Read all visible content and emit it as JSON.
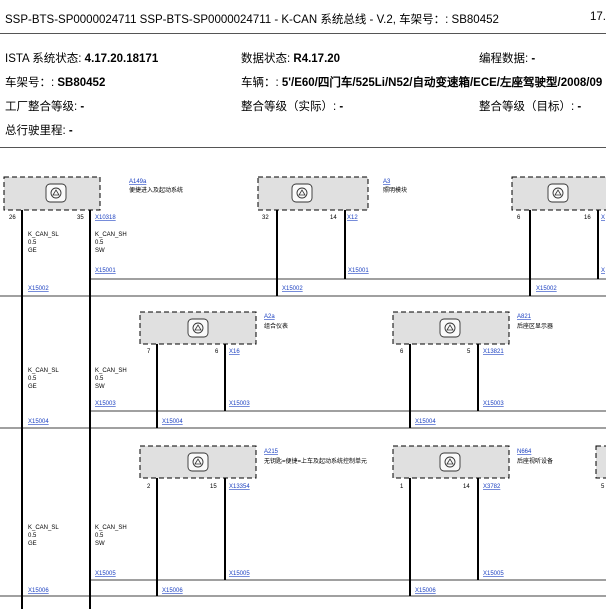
{
  "header": {
    "title": "SSP-BTS-SP0000024711 SSP-BTS-SP0000024711 - K-CAN 系统总线 - V.2, 车架号：: SB80452",
    "page_fragment": "17."
  },
  "info": {
    "ista_label": "ISTA 系统状态: ",
    "ista_value": "4.17.20.18171",
    "data_label": "数据状态: ",
    "data_value": "R4.17.20",
    "prog_label": "编程数据: ",
    "prog_value": "-",
    "vin_label": "车架号：: ",
    "vin_value": "SB80452",
    "vehicle_label": "车辆：: ",
    "vehicle_value": "5'/E60/四门车/525Li/N52/自动变速箱/ECE/左座驾驶型/2008/09",
    "factory_label": "工厂整合等级: ",
    "factory_value": "-",
    "actual_label": "整合等级（实际）: ",
    "actual_value": "-",
    "target_label": "整合等级（目标）: ",
    "target_value": "-",
    "mileage_label": "总行驶里程: ",
    "mileage_value": "-"
  },
  "diagram": {
    "wire_sl": "K_CAN_SL",
    "wire_sh": "K_CAN_SH",
    "size": "0.5",
    "color_ge": "GE",
    "color_sw": "SW",
    "row1": {
      "m1_ref": "A149a",
      "m1_desc": "便捷进入及起动系统",
      "m1_pin_l": "26",
      "m1_pin_r": "35",
      "m1_conn": "X10318",
      "m2_ref": "A3",
      "m2_desc": "照明模块",
      "m2_pin_l": "32",
      "m2_pin_r": "14",
      "m2_conn": "X12",
      "m3_pin_l": "6",
      "m3_pin_r": "16",
      "m3_conn": "X",
      "splice_a": "X15001",
      "splice_b": "X15001",
      "splice_c": "X",
      "bus_a": "X15002",
      "bus_b": "X15002",
      "bus_c": "X15002"
    },
    "row2": {
      "m1_ref": "A2a",
      "m1_desc": "组合仪表",
      "m1_pin_l": "7",
      "m1_pin_r": "6",
      "m1_conn": "X16",
      "m2_ref": "A821",
      "m2_desc": "后座区显示器",
      "m2_pin_l": "6",
      "m2_pin_r": "5",
      "m2_conn": "X13821",
      "splice_a": "X15003",
      "splice_b": "X15003",
      "splice_c": "X15003",
      "bus_a": "X15004",
      "bus_b": "X15004",
      "bus_c": "X15004"
    },
    "row3": {
      "m1_ref": "A215",
      "m1_desc": "无钥匙=便捷=上车及起动系统控制单元",
      "m1_pin_l": "2",
      "m1_pin_r": "15",
      "m1_conn": "X13354",
      "m2_ref": "N664",
      "m2_desc": "后座视听设备",
      "m2_pin_l": "1",
      "m2_pin_r": "14",
      "m2_conn": "X3782",
      "m3_pin_l": "5",
      "splice_a": "X15005",
      "splice_b": "X15005",
      "splice_c": "X15005",
      "bus_a": "X15006",
      "bus_b": "X15006",
      "bus_c": "X15006"
    }
  }
}
